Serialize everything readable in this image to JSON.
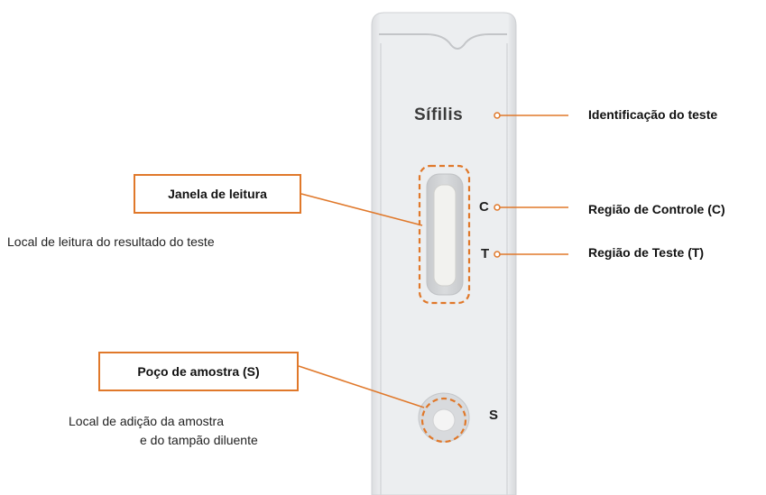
{
  "cassette": {
    "brand": "Sífilis",
    "marker_c": "C",
    "marker_t": "T",
    "marker_s": "S"
  },
  "labels": {
    "test_id": "Identificação do teste",
    "control_region": "Região de Controle (C)",
    "test_region": "Região de Teste (T)",
    "reading_window": "Janela de leitura",
    "reading_window_desc": "Local de leitura do resultado do teste",
    "sample_well": "Poço de amostra (S)",
    "sample_well_desc_line1": "Local de adição da amostra",
    "sample_well_desc_line2": "e do tampão diluente"
  },
  "colors": {
    "accent": "#e0782a",
    "cassette": "#e9eaec",
    "cassette_edge": "#c9cbcf"
  }
}
